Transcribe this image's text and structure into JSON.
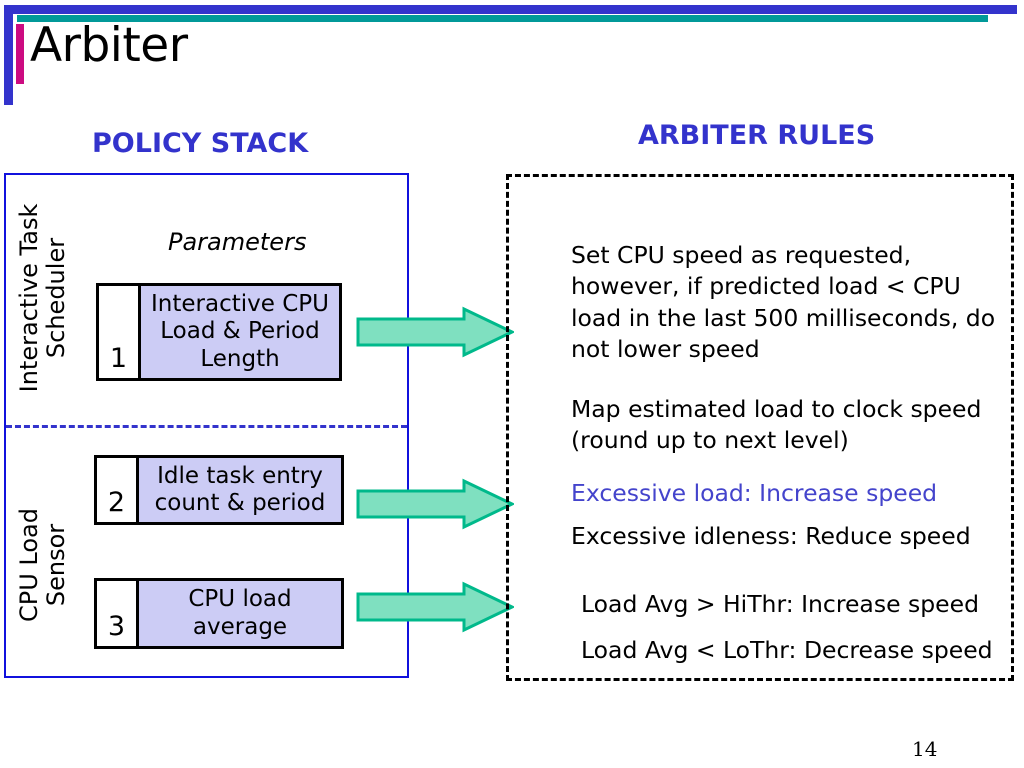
{
  "slide": {
    "title": "Arbiter",
    "page_number": "14"
  },
  "decor": {
    "blue": "#3333cc",
    "teal": "#019999",
    "magenta": "#cc0b81"
  },
  "policy_stack": {
    "heading": "POLICY STACK",
    "parameters_label": "Parameters",
    "group_labels": [
      "Interactive Task\nScheduler",
      "CPU Load\nSensor"
    ],
    "rows": [
      {
        "number": "1",
        "text": "Interactive CPU Load & Period Length"
      },
      {
        "number": "2",
        "text": "Idle task entry count & period"
      },
      {
        "number": "3",
        "text": "CPU load average"
      }
    ],
    "box_border_color": "#1111dd",
    "row_fill_color": "#ccccf5"
  },
  "arrows": {
    "fill": "#7fe0c0",
    "stroke": "#00b98b",
    "count": 3
  },
  "arbiter_rules": {
    "heading": "ARBITER RULES",
    "items": [
      {
        "text": "Set CPU speed as requested, however, if predicted load < CPU load in the last 500 milliseconds, do not lower speed",
        "color": "#000000"
      },
      {
        "text": "Map estimated load to clock speed (round up to next level)",
        "color": "#000000"
      },
      {
        "text": "Excessive load: Increase speed",
        "color": "#4444cc"
      },
      {
        "text": "Excessive idleness: Reduce speed",
        "color": "#000000"
      },
      {
        "text": "Load Avg > HiThr: Increase speed",
        "color": "#000000"
      },
      {
        "text": "Load Avg < LoThr: Decrease speed",
        "color": "#000000"
      }
    ]
  }
}
